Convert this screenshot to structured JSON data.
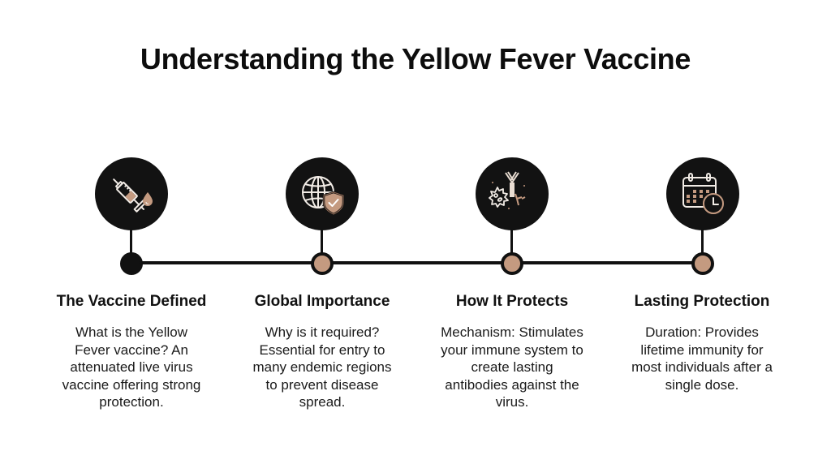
{
  "title": "Understanding the Yellow Fever Vaccine",
  "colors": {
    "dark": "#121212",
    "accent": "#c49a80",
    "background": "#ffffff"
  },
  "steps": [
    {
      "icon": "syringe-icon",
      "title": "The Vaccine Defined",
      "description": "What is the Yellow\nFever vaccine? An\nattenuated live virus\nvaccine offering strong\nprotection."
    },
    {
      "icon": "globe-shield-icon",
      "title": "Global Importance",
      "description": "Why is it required?\nEssential for entry to\nmany endemic regions\nto prevent disease\nspread."
    },
    {
      "icon": "antibody-virus-icon",
      "title": "How It Protects",
      "description": "Mechanism: Stimulates\nyour immune system to\ncreate lasting\nantibodies against the\nvirus."
    },
    {
      "icon": "calendar-clock-icon",
      "title": "Lasting Protection",
      "description": "Duration: Provides\nlifetime immunity for\nmost individuals after a\nsingle dose."
    }
  ]
}
